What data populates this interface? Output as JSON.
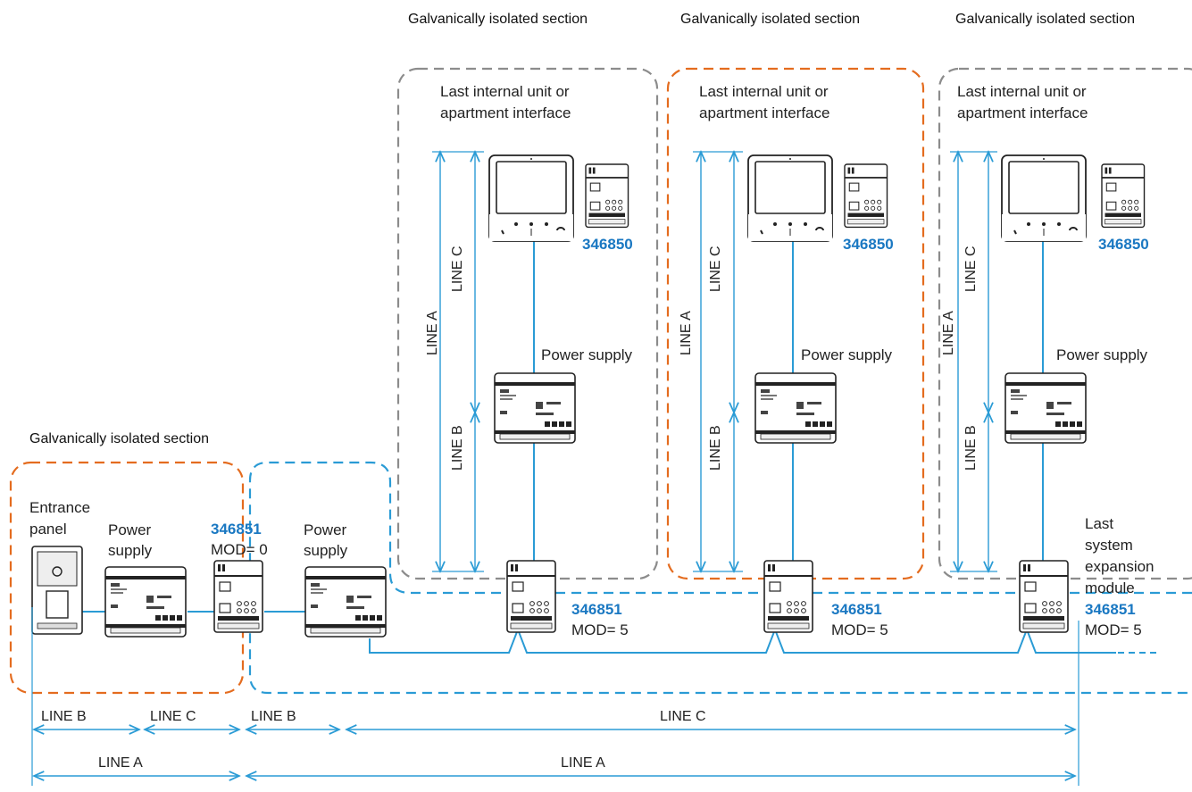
{
  "headers": {
    "top_1": "Galvanically isolated section",
    "top_2": "Galvanically isolated section",
    "top_3": "Galvanically isolated section",
    "left": "Galvanically isolated section"
  },
  "sections": [
    {
      "unit_label_1": "Last internal unit or",
      "unit_label_2": "apartment interface",
      "code": "346850",
      "power_supply": "Power supply",
      "line_a": "LINE A",
      "line_b": "LINE B",
      "line_c": "LINE C"
    },
    {
      "unit_label_1": "Last internal unit or",
      "unit_label_2": "apartment interface",
      "code": "346850",
      "power_supply": "Power supply",
      "line_a": "LINE A",
      "line_b": "LINE B",
      "line_c": "LINE C"
    },
    {
      "unit_label_1": "Last internal unit or",
      "unit_label_2": "apartment interface",
      "code": "346850",
      "power_supply": "Power supply",
      "line_a": "LINE A",
      "line_b": "LINE B",
      "line_c": "LINE C"
    }
  ],
  "left_section": {
    "entrance_1": "Entrance",
    "entrance_2": "panel",
    "power_1": "Power",
    "power_2": "supply",
    "interface_code": "346851",
    "interface_mod": "MOD= 0",
    "power2_1": "Power",
    "power2_2": "supply"
  },
  "modules": [
    {
      "code": "346851",
      "mod": "MOD= 5"
    },
    {
      "code": "346851",
      "mod": "MOD= 5"
    },
    {
      "code": "346851",
      "mod": "MOD= 5"
    }
  ],
  "last_module": {
    "line_1": "Last",
    "line_2": "system",
    "line_3": "expansion",
    "line_4": "module"
  },
  "bottom": {
    "line_b_1": "LINE B",
    "line_c_1": "LINE C",
    "line_b_2": "LINE B",
    "line_c_2": "LINE C",
    "line_a_1": "LINE A",
    "line_a_2": "LINE A"
  },
  "colors": {
    "blue": "#2a9bd5",
    "orange": "#e46c1f",
    "gray": "#8c8c8c",
    "code": "#1a78c2"
  }
}
